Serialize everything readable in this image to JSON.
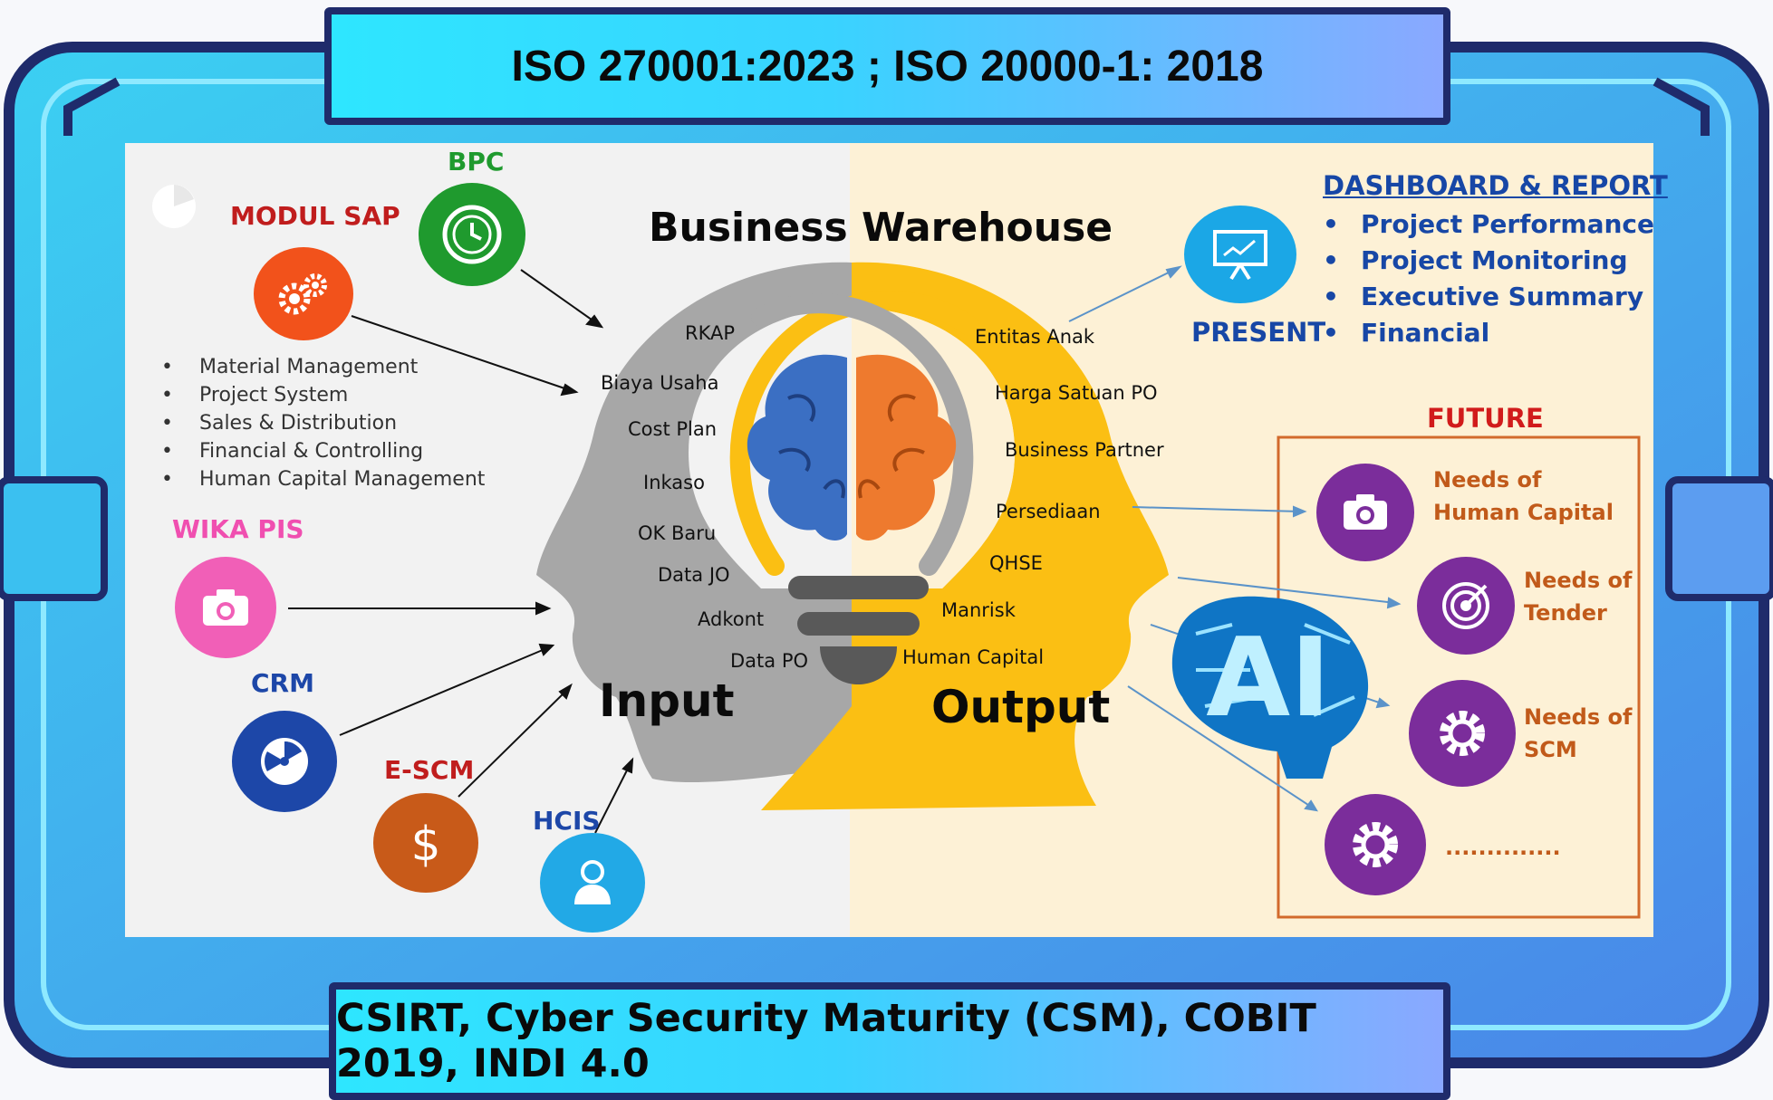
{
  "header": {
    "title": "ISO 270001:2023 ; ISO 20000-1: 2018"
  },
  "footer": {
    "title": "CSIRT, Cyber Security Maturity (CSM), COBIT 2019, INDI 4.0"
  },
  "center": {
    "title": "Business Warehouse",
    "input_label": "Input",
    "output_label": "Output"
  },
  "modules": {
    "bpc": "BPC",
    "sap": "MODUL SAP",
    "wika": "WIKA PIS",
    "crm": "CRM",
    "escm": "E-SCM",
    "hcis": "HCIS"
  },
  "sap_items": [
    "Material Management",
    "Project System",
    "Sales & Distribution",
    "Financial & Controlling",
    "Human Capital Management"
  ],
  "input_items": [
    "RKAP",
    "Biaya Usaha",
    "Cost Plan",
    "Inkaso",
    "OK Baru",
    "Data JO",
    "Adkont",
    "Data PO"
  ],
  "output_items": [
    "Entitas Anak",
    "Harga Satuan PO",
    "Business Partner",
    "Persediaan",
    "QHSE",
    "Manrisk",
    "Human Capital"
  ],
  "present": {
    "label": "PRESENT"
  },
  "dashboard": {
    "title": "DASHBOARD & REPORT",
    "items": [
      "Project Performance",
      "Project Monitoring",
      "Executive Summary",
      "Financial"
    ]
  },
  "future": {
    "title": "FUTURE",
    "ai_label": "AI",
    "items": [
      {
        "line1": "Needs of",
        "line2": "Human Capital"
      },
      {
        "line1": "Needs of",
        "line2": "Tender"
      },
      {
        "line1": "Needs of",
        "line2": "SCM"
      },
      {
        "line1": "..............",
        "line2": ""
      }
    ]
  },
  "colors": {
    "frame": "#1f2b6b",
    "frame_fill": "#35b6ea",
    "panel_left": "#f2f2f2",
    "panel_right": "#fdf1d6",
    "head_gray": "#a7a7a7",
    "head_yellow": "#fbbf13",
    "brain_blue": "#3b6fc3",
    "brain_orange": "#ee7a2e",
    "bpc": "#1f9a2e",
    "sap": "#f2521b",
    "wika": "#f15fb7",
    "crm": "#1d47a8",
    "escm": "#c85a19",
    "hcis": "#22a9e6",
    "present": "#1ba7e6",
    "future": "#7b2d9b"
  },
  "icons": [
    "pie-icon",
    "clock-icon",
    "gears-icon",
    "camera-icon",
    "radiation-icon",
    "dollar-icon",
    "user-icon",
    "presentation-icon",
    "target-icon",
    "gear-icon",
    "ai-chip-icon",
    "brain-icon",
    "bulb-icon"
  ]
}
